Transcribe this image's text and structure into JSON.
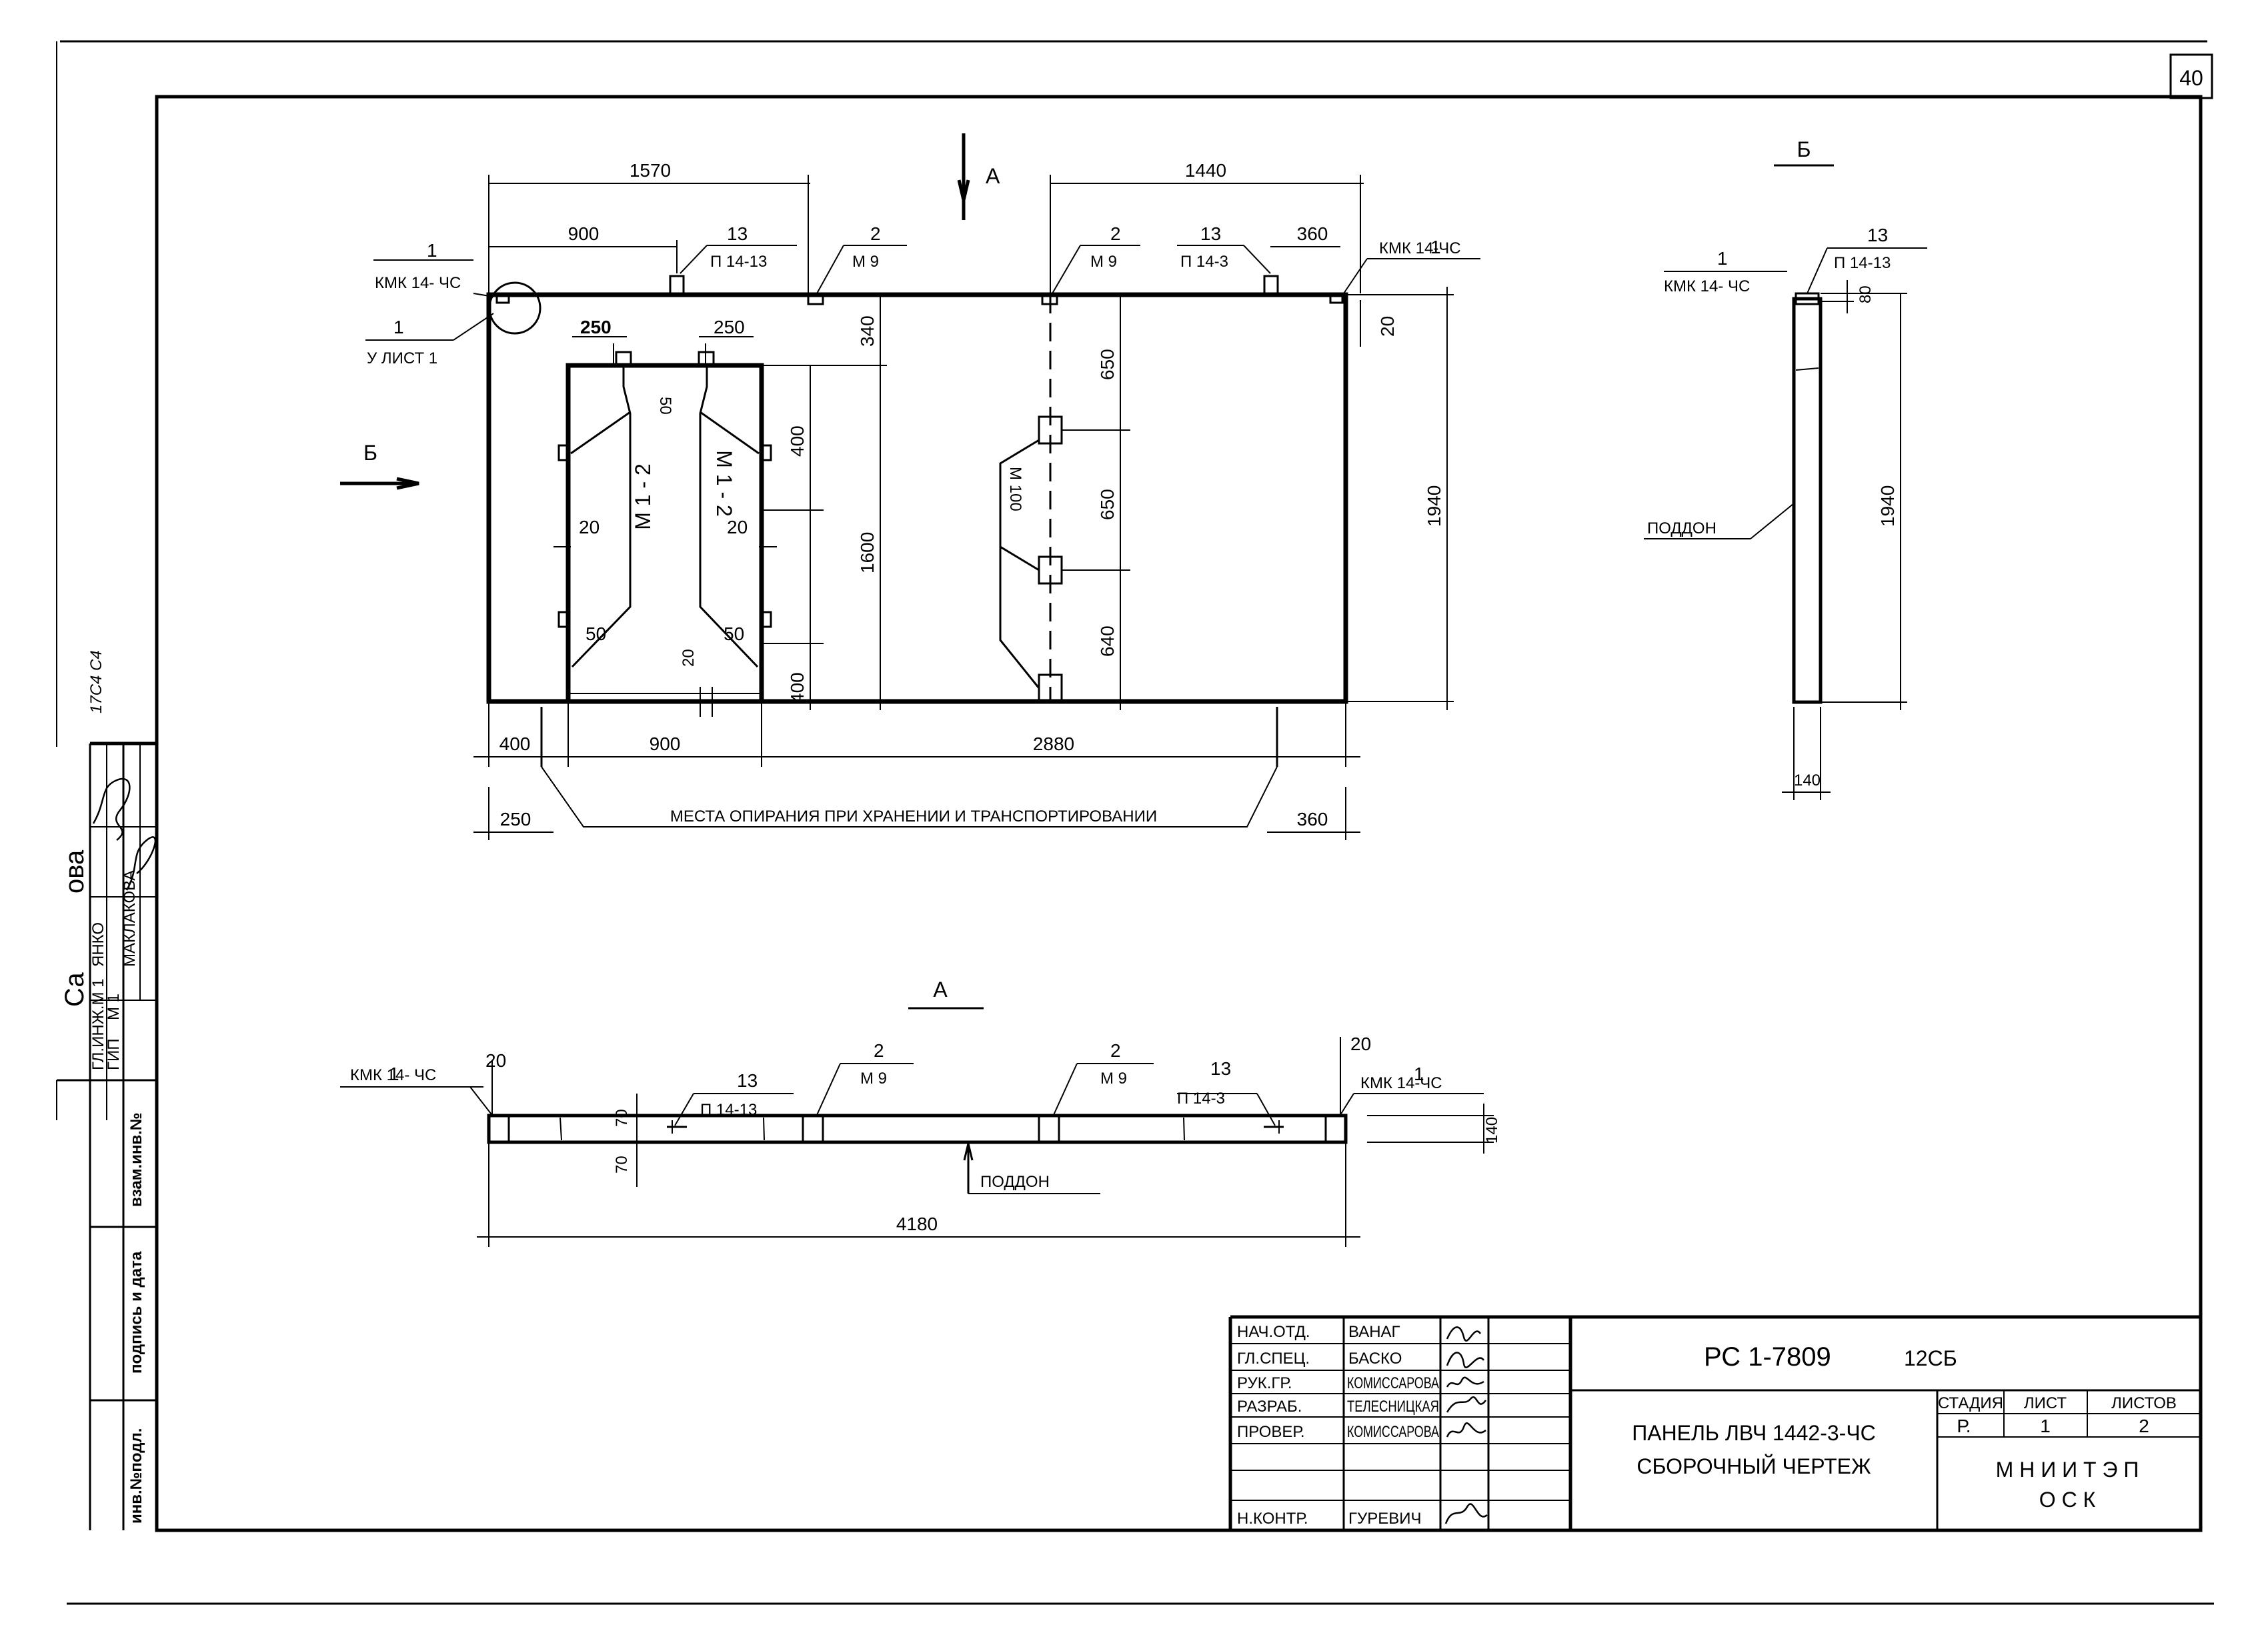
{
  "sheet": {
    "page_number": "40",
    "stamp_code": "17С4 С4"
  },
  "main_view": {
    "dims_top": {
      "left_total": "1570",
      "right_total": "1440",
      "left_sub": "900",
      "right_sub": "360"
    },
    "callouts": [
      {
        "num": "1",
        "label": "КМК 14- ЧС"
      },
      {
        "num": "13",
        "label": "П 14-13"
      },
      {
        "num": "2",
        "label": "М 9"
      },
      {
        "num": "2",
        "label": "М 9"
      },
      {
        "num": "13",
        "label": "П 14-3"
      },
      {
        "num": "1",
        "label": "КМК 14-ЧС"
      }
    ],
    "node_ref": {
      "num": "1",
      "label": "У ЛИСТ 1"
    },
    "section_a_marker": "А",
    "section_b_marker": "Б",
    "opening": {
      "dims": [
        "250",
        "250",
        "50",
        "50",
        "50",
        "20",
        "20",
        "20"
      ],
      "mesh_labels": [
        "М 1 - 2",
        "М 1 - 2"
      ]
    },
    "dims_right": [
      "340",
      "400",
      "1600",
      "400",
      "1940",
      "20"
    ],
    "dims_lifting": [
      "650",
      "650",
      "640"
    ],
    "anchor_label": "М 100",
    "dims_bottom": {
      "row1": [
        "400",
        "900",
        "2880"
      ],
      "row2_left": "250",
      "row2_right": "360"
    },
    "support_note": "МЕСТА ОПИРАНИЯ ПРИ ХРАНЕНИИ И ТРАНСПОРТИРОВАНИИ"
  },
  "section_b": {
    "title": "Б",
    "callout_num": "13",
    "callout_label": "П 14-13",
    "left_num": "1",
    "left_label": "КМК 14- ЧС",
    "dim_top": "80",
    "dim_height": "1940",
    "dim_width": "140",
    "pallet": "ПОДДОН"
  },
  "section_a": {
    "title": "А",
    "callouts": [
      {
        "num": "1",
        "label": "КМК 14- ЧС"
      },
      {
        "num": "13",
        "label": "П 14-13"
      },
      {
        "num": "2",
        "label": "М 9"
      },
      {
        "num": "2",
        "label": "М 9"
      },
      {
        "num": "13",
        "label": "П 14-3"
      },
      {
        "num": "1",
        "label": "КМК 14-ЧС"
      }
    ],
    "dims": [
      "20",
      "20",
      "70",
      "70",
      "140"
    ],
    "dim_length": "4180",
    "pallet": "ПОДДОН"
  },
  "left_strip": {
    "labels": [
      "взам.инв.№",
      "подпись и дата",
      "инв.№подл."
    ],
    "people": [
      {
        "role": "ГИП",
        "name": "М 1"
      },
      {
        "role": "ГЛ.ИНЖ.М 1",
        "name": "ЯНКО"
      }
    ],
    "extra": [
      "МАКЛАКОВА",
      "Са",
      "ова"
    ]
  },
  "title_block": {
    "staff": [
      {
        "role": "НАЧ.ОТД.",
        "name": "ВАНАГ"
      },
      {
        "role": "ГЛ.СПЕЦ.",
        "name": "БАСКО"
      },
      {
        "role": "РУК.ГР.",
        "name": "КОМИССАРОВА"
      },
      {
        "role": "РАЗРАБ.",
        "name": "ТЕЛЕСНИЦКАЯ"
      },
      {
        "role": "ПРОВЕР.",
        "name": "КОМИССАРОВА"
      },
      {
        "role": "",
        "name": ""
      },
      {
        "role": "",
        "name": ""
      },
      {
        "role": "Н.КОНТР.",
        "name": "ГУРЕВИЧ"
      }
    ],
    "doc_code": "РС 1-7809",
    "doc_suffix": "12СБ",
    "title_line1": "ПАНЕЛЬ  ЛВЧ 1442-3-ЧС",
    "title_line2": "СБОРОЧНЫЙ  ЧЕРТЕЖ",
    "stage_header": "СТАДИЯ",
    "sheet_header": "ЛИСТ",
    "sheets_header": "ЛИСТОВ",
    "stage": "Р.",
    "sheet": "1",
    "sheets": "2",
    "org_line1": "М Н И И Т Э П",
    "org_line2": "О С К"
  }
}
